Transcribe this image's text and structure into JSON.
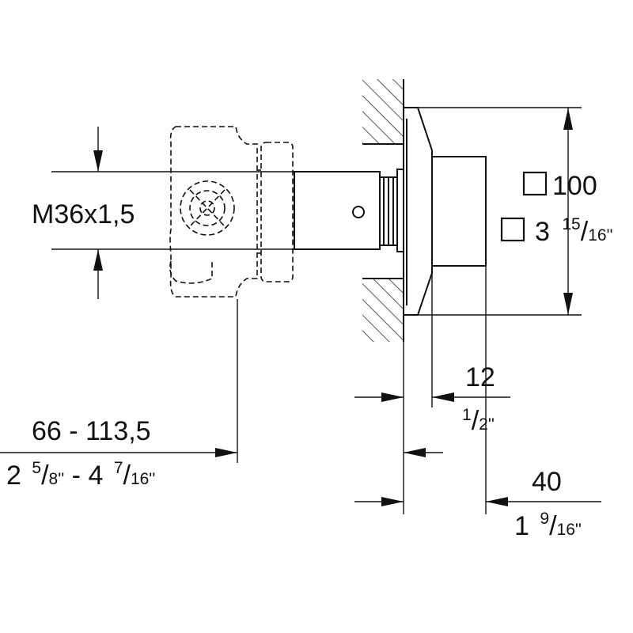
{
  "thread_label": "M36x1,5",
  "square_mm": "100",
  "square_in": {
    "whole": "3",
    "num": "15",
    "den": "16''"
  },
  "dim_12": {
    "mm": "12",
    "num": "1",
    "den": "2''"
  },
  "dim_40": {
    "mm": "40",
    "whole": "1",
    "num": "9",
    "den": "16''"
  },
  "dim_depth": {
    "mm": "66 - 113,5",
    "in_a_whole": "2",
    "in_a_num": "5",
    "in_a_den": "8''",
    "in_sep": " - ",
    "in_b_whole": "4",
    "in_b_num": "7",
    "in_b_den": "16''"
  },
  "fraction_slash": "/"
}
